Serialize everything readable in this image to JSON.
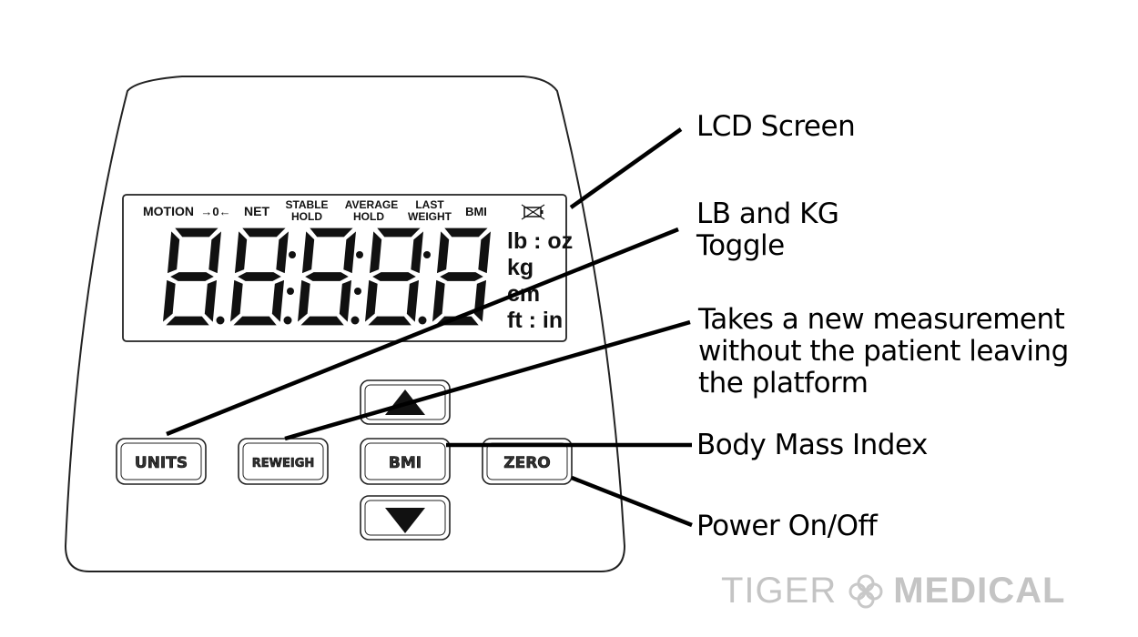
{
  "display": {
    "labels": [
      "MOTION",
      "→0←",
      "NET",
      "STABLE",
      "HOLD",
      "AVERAGE",
      "HOLD",
      "LAST",
      "WEIGHT",
      "BMI"
    ],
    "units": [
      "lb : oz",
      "kg",
      "cm",
      "ft : in"
    ],
    "digit_count": 5
  },
  "buttons": {
    "units": "UNITS",
    "reweigh": "REWEIGH",
    "bmi": "BMI",
    "zero": "ZERO",
    "up": "up-arrow-icon",
    "down": "down-arrow-icon"
  },
  "callouts": {
    "lcd": "LCD Screen",
    "toggle_1": "LB and KG",
    "toggle_2": "Toggle",
    "reweigh_1": "Takes a new measurement",
    "reweigh_2": "without the patient leaving",
    "reweigh_3": "the platform",
    "bmi": "Body Mass Index",
    "power": "Power On/Off"
  },
  "brand": {
    "name_light": "TIGER",
    "name_bold": "MEDICAL",
    "logo": "tiger-medical-logo-icon"
  },
  "colors": {
    "outline": "#222222",
    "lcd_segment": "#111111",
    "watermark": "#c4c4c4"
  }
}
